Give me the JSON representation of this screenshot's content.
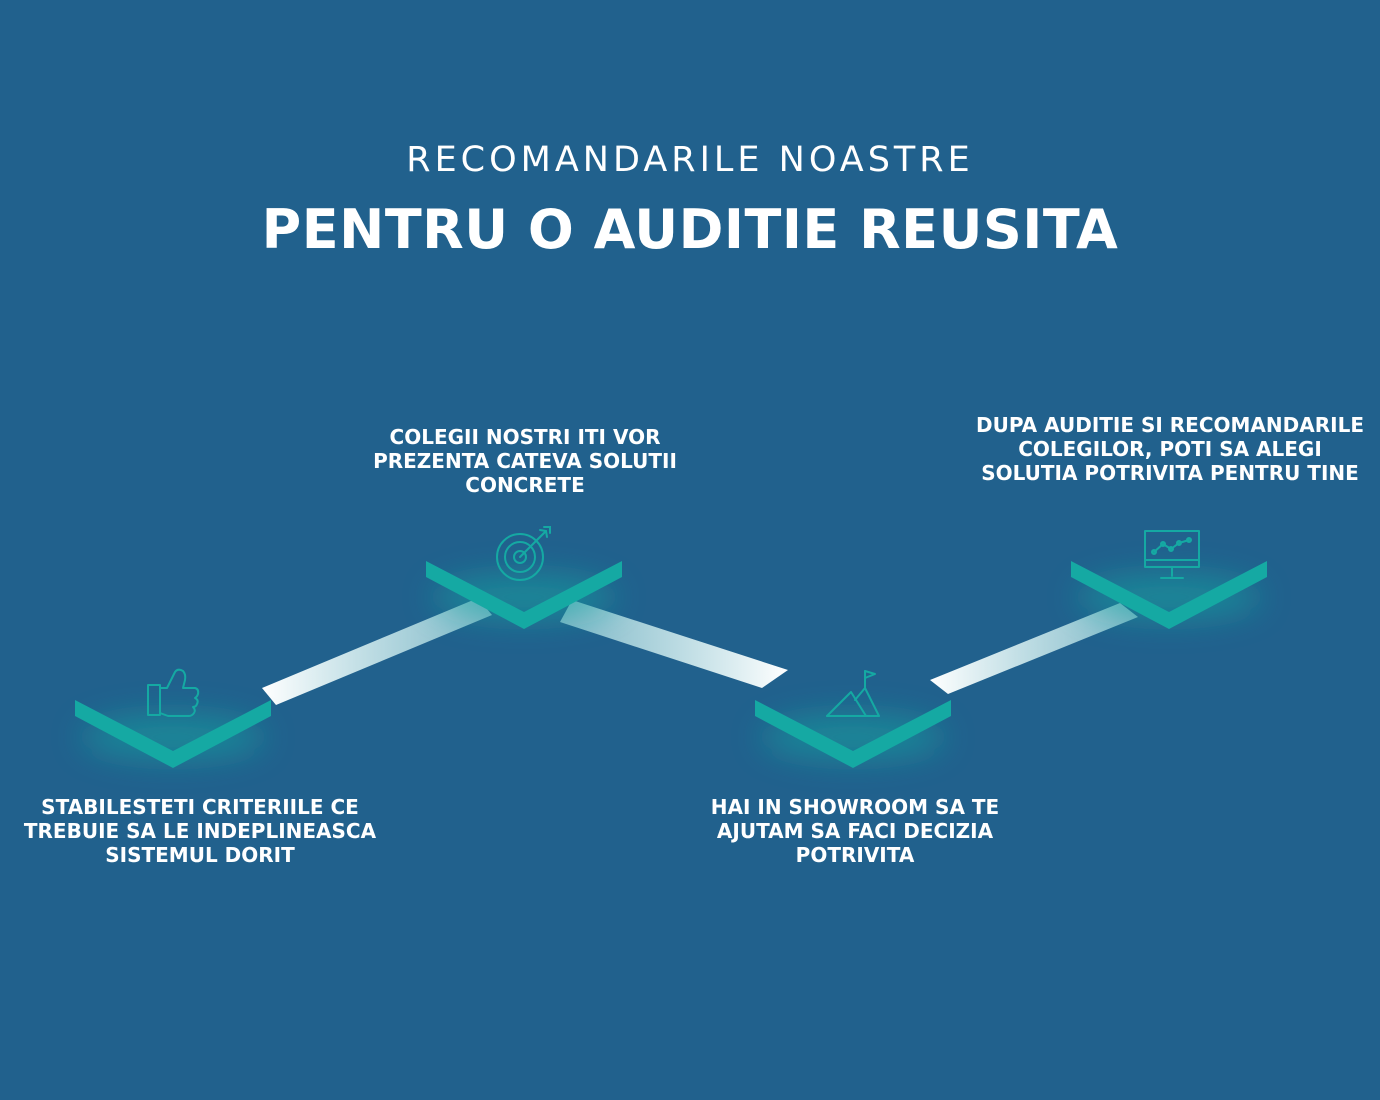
{
  "header": {
    "subtitle": "RECOMANDARILE NOASTRE",
    "title": "PENTRU O AUDITIE REUSITA"
  },
  "colors": {
    "background": "#21618d",
    "accent": "#15a9a3",
    "text": "#ffffff"
  },
  "steps": [
    {
      "text": "STABILESTETI CRITERIILE CE TREBUIE SA LE INDEPLINEASCA SISTEMUL DORIT",
      "icon": "thumbs-up-icon"
    },
    {
      "text": "COLEGII NOSTRI ITI VOR PREZENTA CATEVA SOLUTII CONCRETE",
      "icon": "target-icon"
    },
    {
      "text": "HAI IN SHOWROOM SA TE AJUTAM SA FACI DECIZIA POTRIVITA",
      "icon": "mountain-flag-icon"
    },
    {
      "text": "DUPA AUDITIE SI RECOMANDARILE COLEGILOR, POTI SA ALEGI SOLUTIA POTRIVITA PENTRU TINE",
      "icon": "monitor-chart-icon"
    }
  ]
}
